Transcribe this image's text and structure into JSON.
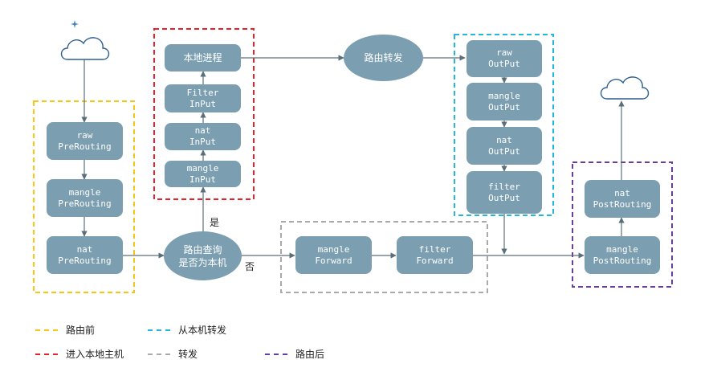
{
  "colors": {
    "node": "#7b9fb1",
    "arrow": "#5b6f7b",
    "prerouting": "#f5c518",
    "local_input": "#e8202a",
    "local_output": "#25b6dd",
    "forward": "#aaaaaa",
    "postrouting": "#6a3d9a"
  },
  "nodes": {
    "raw_prerouting": [
      "raw",
      "PreRouting"
    ],
    "mangle_prerouting": [
      "mangle",
      "PreRouting"
    ],
    "nat_prerouting": [
      "nat",
      "PreRouting"
    ],
    "routing_decision": [
      "路由查询",
      "是否为本机"
    ],
    "mangle_input": [
      "mangle",
      "InPut"
    ],
    "nat_input": [
      "nat",
      "InPut"
    ],
    "filter_input": [
      "Filter",
      "InPut"
    ],
    "local_process": "本地进程",
    "routing_forward": "路由转发",
    "raw_output": [
      "raw",
      "OutPut"
    ],
    "mangle_output": [
      "mangle",
      "OutPut"
    ],
    "nat_output": [
      "nat",
      "OutPut"
    ],
    "filter_output": [
      "filter",
      "OutPut"
    ],
    "mangle_forward": [
      "mangle",
      "Forward"
    ],
    "filter_forward": [
      "filter",
      "Forward"
    ],
    "mangle_postrouting": [
      "mangle",
      "PostRouting"
    ],
    "nat_postrouting": [
      "nat",
      "PostRouting"
    ]
  },
  "edge_labels": {
    "yes": "是",
    "no": "否"
  },
  "legend": [
    {
      "label": "路由前",
      "color": "#f5c518"
    },
    {
      "label": "从本机转发",
      "color": "#25b6dd"
    },
    {
      "label": "进入本地主机",
      "color": "#e8202a"
    },
    {
      "label": "转发",
      "color": "#aaaaaa"
    },
    {
      "label": "路由后",
      "color": "#6a3d9a"
    }
  ],
  "icons": [
    "cloud-icon",
    "cloud-icon",
    "sparkle-icon"
  ]
}
